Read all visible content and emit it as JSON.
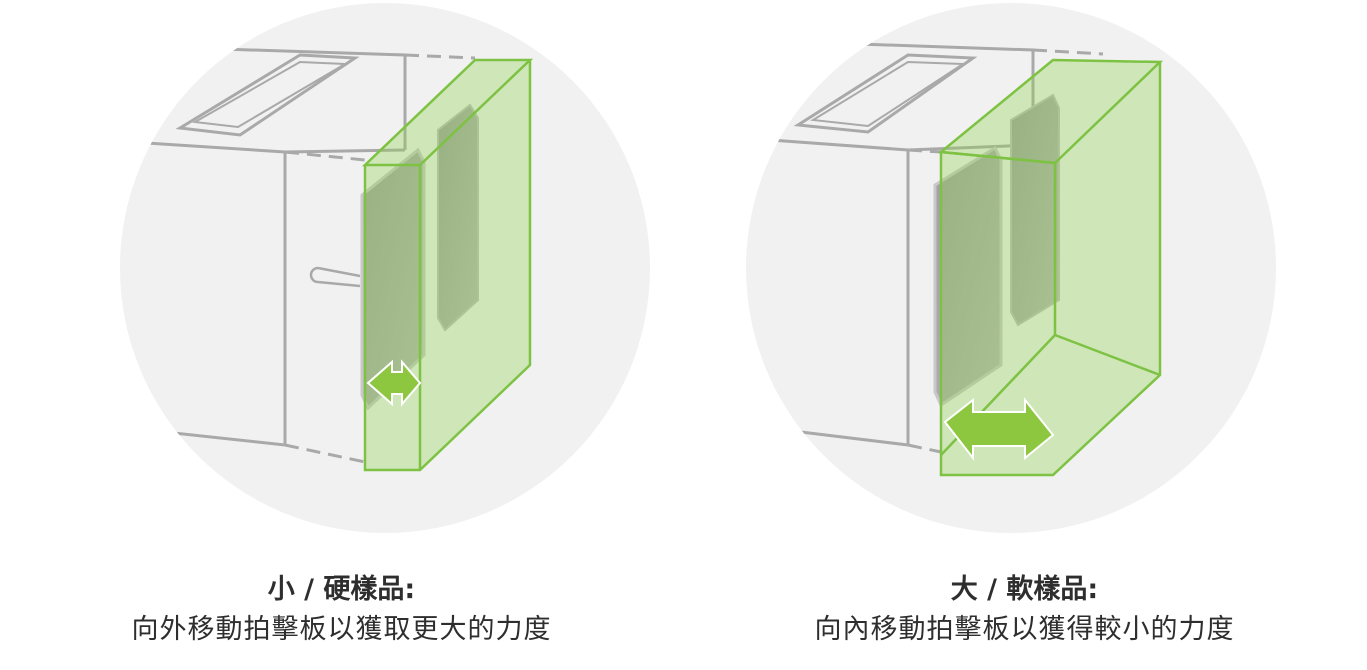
{
  "colors": {
    "circle_bg": "#f1f1f1",
    "device_line": "#a9a9a9",
    "green_line": "#7dc242",
    "green_fill": "#8fd14f",
    "arrow_fill": "#8dc63f",
    "plate": "#a3a3a3",
    "caption_text": "#2e2e2e"
  },
  "panels": [
    {
      "id": "small-hard",
      "title": "小 / 硬樣品:",
      "description": "向外移動拍擊板以獲取更大的力度"
    },
    {
      "id": "large-soft",
      "title": "大 / 軟樣品:",
      "description": "向內移動拍擊板以獲得較小的力度"
    }
  ]
}
